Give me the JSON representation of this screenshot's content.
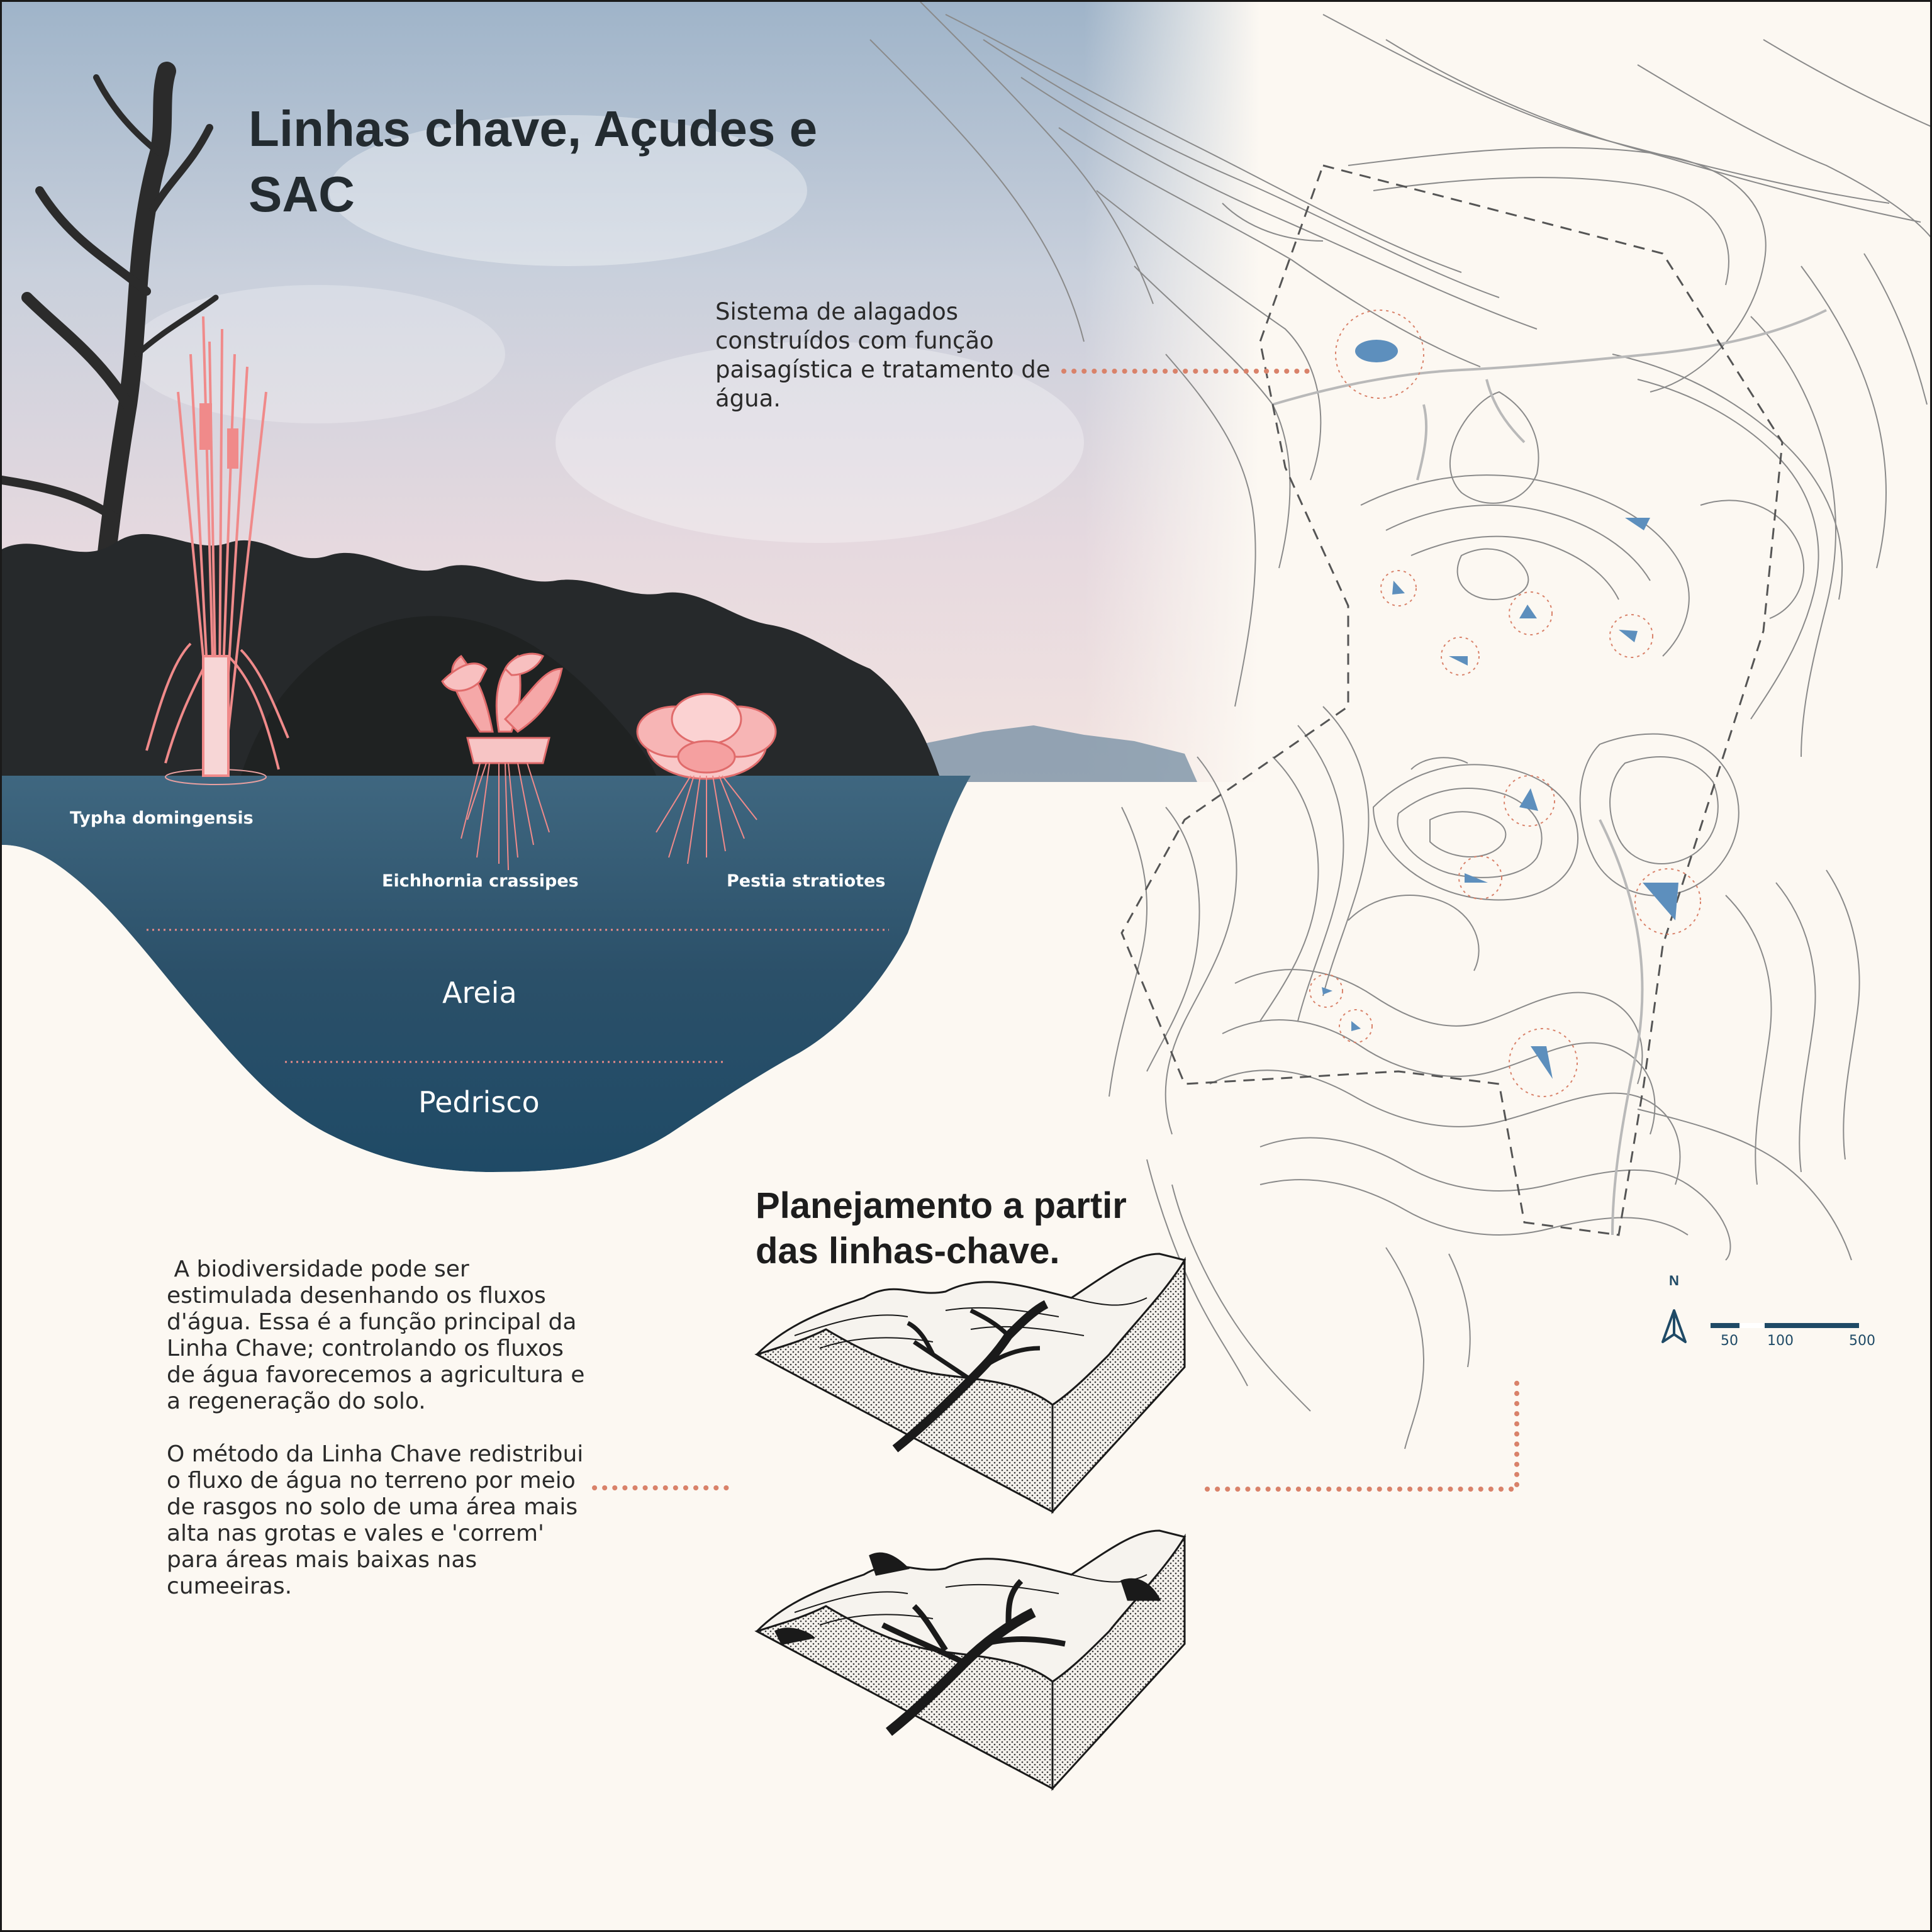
{
  "title": "Linhas chave, Açudes e SAC",
  "sac_caption": "Sistema de alagados construídos com função paisagística   e tratamento de água.",
  "plants": [
    {
      "label": "Typha domingensis"
    },
    {
      "label": "Eichhornia crassipes"
    },
    {
      "label": "Pestia stratiotes"
    }
  ],
  "layers": [
    "Areia",
    "Pedrisco"
  ],
  "planning_title": "Planejamento a partir das  linhas-chave.",
  "body_paragraphs": [
    " A biodiversidade pode ser estimulada desenhando os fluxos d'água. Essa é a função principal da Linha Chave; controlando os fluxos de água favorecemos a agricultura e a regeneração do solo.",
    "O método da Linha Chave redistribui o fluxo de água no terreno por meio de rasgos no solo de uma área mais alta nas grotas e vales e 'correm' para áreas mais baixas nas cumeeiras."
  ],
  "north_label": "N",
  "scale_labels": [
    "50",
    "100",
    "500"
  ],
  "colors": {
    "accent_dots": "#d9826a",
    "water_dark": "#1f4a66",
    "pond_blue": "#5d8fbd",
    "plant_pink": "#f08a8a",
    "background": "#fcf8f2"
  }
}
